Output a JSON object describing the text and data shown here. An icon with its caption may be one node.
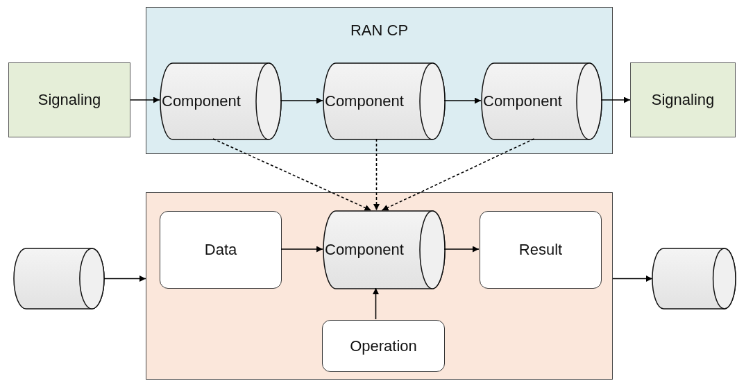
{
  "diagram": {
    "nodes": [
      {
        "text": [
          "RAN CP"
        ]
      },
      {
        "text": [
          "Signaling"
        ]
      },
      {
        "text": [
          "Component"
        ],
        "in": 0
      },
      {
        "text": [
          "Component"
        ],
        "in": 0
      },
      {
        "text": [
          "Component"
        ],
        "in": 0
      },
      {
        "text": [
          "Signaling"
        ]
      },
      {
        "text": [],
        "shape": "box"
      },
      {
        "text": [],
        "shape": "cylinder"
      },
      {
        "text": [
          "Data"
        ],
        "in": 6
      },
      {
        "text": [
          "Component"
        ],
        "in": 6
      },
      {
        "text": [
          "Result"
        ],
        "in": 6
      },
      {
        "text": [
          "Operation"
        ],
        "in": 6
      },
      {
        "text": [],
        "shape": "cylinder"
      }
    ],
    "edges": [
      {
        "from": 1,
        "to": 2,
        "arrow": "to"
      },
      {
        "from": 2,
        "to": 3,
        "arrow": "to"
      },
      {
        "from": 3,
        "to": 4,
        "arrow": "to"
      },
      {
        "from": 4,
        "to": 5,
        "arrow": "to"
      },
      {
        "from": 2,
        "to": 9,
        "arrow": "to",
        "style": "dashed"
      },
      {
        "from": 3,
        "to": 9,
        "arrow": "to",
        "style": "dashed"
      },
      {
        "from": 4,
        "to": 9,
        "arrow": "to",
        "style": "dashed"
      },
      {
        "from": 8,
        "to": 9,
        "arrow": "to"
      },
      {
        "from": 9,
        "to": 10,
        "arrow": "to"
      },
      {
        "from": 11,
        "to": 9,
        "arrow": "to"
      },
      {
        "from": 7,
        "to": 6,
        "arrow": "to"
      },
      {
        "from": 6,
        "to": 12,
        "arrow": "to"
      }
    ]
  }
}
